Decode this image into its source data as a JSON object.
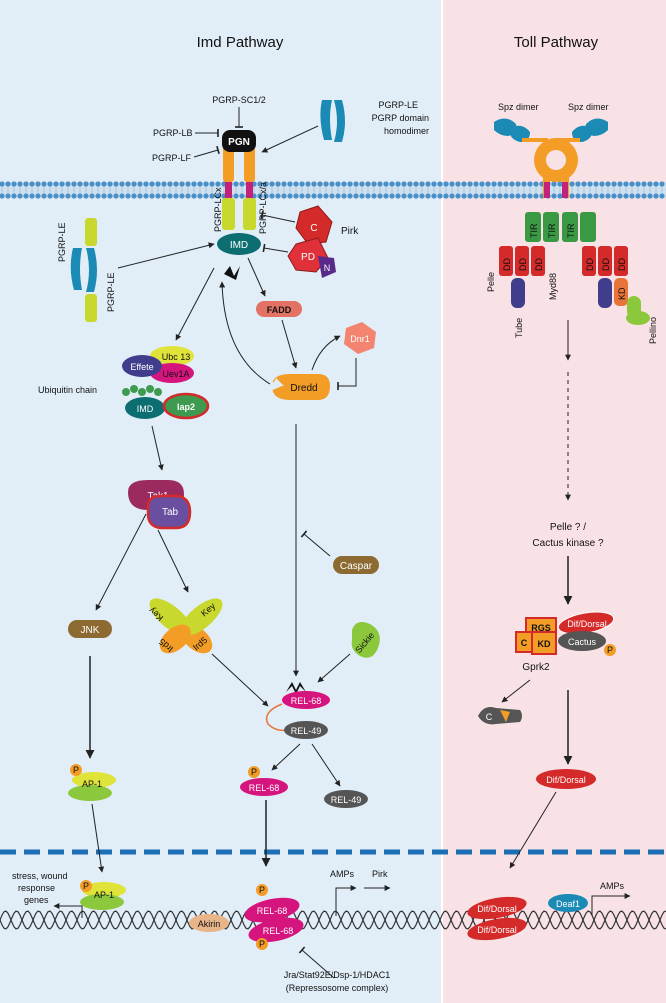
{
  "imd": {
    "title": "Imd Pathway",
    "pgrp_sc": "PGRP-SC1/2",
    "pgrp_lb": "PGRP-LB",
    "pgrp_lf": "PGRP-LF",
    "pgn": "PGN",
    "pgrp_le_top_1": "PGRP-LE",
    "pgrp_le_top_2": "PGRP domain",
    "pgrp_le_top_3": "homodimer",
    "pgrp_lcx": "PGRP-LCx",
    "pgrp_lcxa": "PGRP-LCx/a",
    "pgrp_le_side_1": "PGRP-LE",
    "pgrp_le_side_2": "PGRP-LE",
    "imd": "IMD",
    "pirk": "Pirk",
    "pirk_c": "C",
    "pirk_pd": "PD",
    "pirk_n": "N",
    "fadd": "FADD",
    "dnr1": "Dnr1",
    "dredd": "Dredd",
    "effete": "Effete",
    "ubc13": "Ubc 13",
    "uev1a": "Uev1A",
    "ubiquitin_chain": "Ubiquitin chain",
    "iap2": "Iap2",
    "tak1": "Tak1",
    "tab": "Tab",
    "jnk": "JNK",
    "key_left": "Key",
    "key_right": "Key",
    "ird5_left": "Ird5",
    "ird5_right": "Ird5",
    "caspar": "Caspar",
    "sickie": "Sickie",
    "rel68": "REL-68",
    "rel49": "REL-49",
    "rel68_free": "REL-68",
    "rel49_free": "REL-49",
    "p": "P",
    "ap1": "AP-1",
    "ap1_nuc": "AP-1",
    "stress_1": "stress, wound",
    "stress_2": "response",
    "stress_3": "genes",
    "akirin": "Akirin",
    "rel68_nuc_1": "REL-68",
    "rel68_nuc_2": "REL-68",
    "amps": "AMPs",
    "pirk_gene": "Pirk",
    "repress_1": "Jra/Stat92E/Dsp-1/HDAC1",
    "repress_2": "(Repressosome complex)"
  },
  "toll": {
    "title": "Toll Pathway",
    "spz_left": "Spz dimer",
    "spz_right": "Spz dimer",
    "tir": "TIR",
    "dd": "DD",
    "pelle": "Pelle",
    "myd88": "Myd88",
    "tube": "Tube",
    "kd": "KD",
    "pellino": "Pellino",
    "pelle_q": "Pelle ? /",
    "cactus_kinase": "Cactus kinase ?",
    "rgs": "RGS",
    "c": "C",
    "kd2": "KD",
    "dif_dorsal": "Dif/Dorsal",
    "cactus": "Cactus",
    "p": "P",
    "gprk2": "Gprk2",
    "degraded_c": "C",
    "dif_dorsal_free": "Dif/Dorsal",
    "deaf1": "Deaf1",
    "amps": "AMPs",
    "dif_nuc_1": "Dif/Dorsal",
    "dif_nuc_2": "Dif/Dorsal"
  },
  "colors": {
    "imd_bg": "#e1eef8",
    "toll_bg": "#f9e2e6",
    "membrane": "#4a90c8",
    "nucleus": "#1b6fb5",
    "pgrp": "#f39c26",
    "lime": "#c9d82c",
    "teal": "#0d6e72",
    "magenta": "#d6147e",
    "red": "#d42a2a",
    "green": "#3a9a43",
    "brown": "#8d6a32",
    "grey": "#555555"
  }
}
